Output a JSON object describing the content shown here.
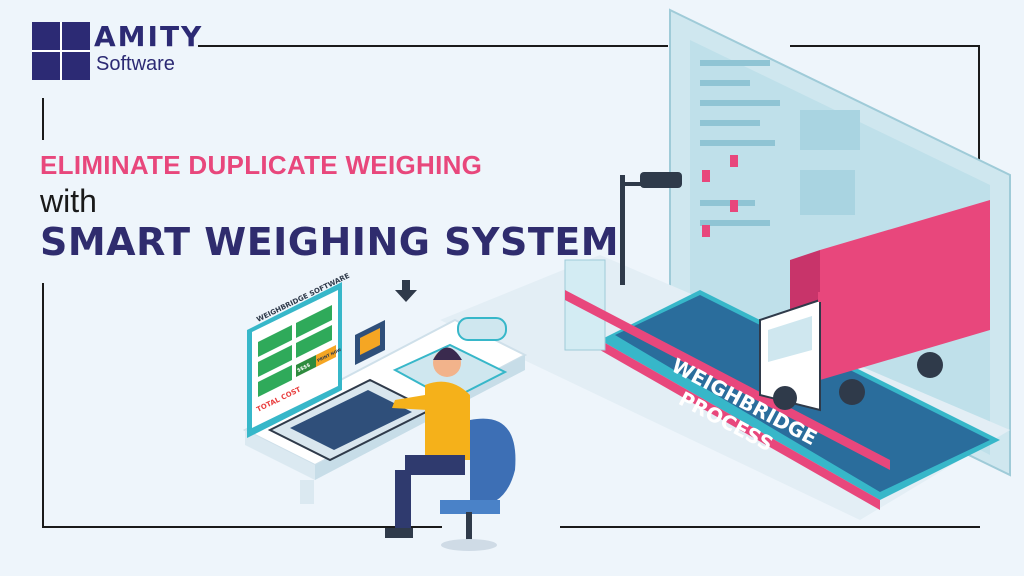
{
  "brand": {
    "name": "AMITY",
    "subtitle": "Software"
  },
  "headline": {
    "line1": "ELIMINATE DUPLICATE WEIGHING",
    "line2": "with",
    "line3": "SMART WEIGHING SYSTEM"
  },
  "screen": {
    "title": "WEIGHBRIDGE SOFTWARE",
    "total_label": "TOTAL COST",
    "total_value": "$$$$",
    "print_label": "PRINT NOW"
  },
  "ramp_label": {
    "line1": "WEIGHBRIDGE",
    "line2": "PROCESS"
  },
  "colors": {
    "navy": "#2c2a74",
    "pink": "#e8477c",
    "teal": "#37b7c9",
    "background": "#eef5fb"
  }
}
